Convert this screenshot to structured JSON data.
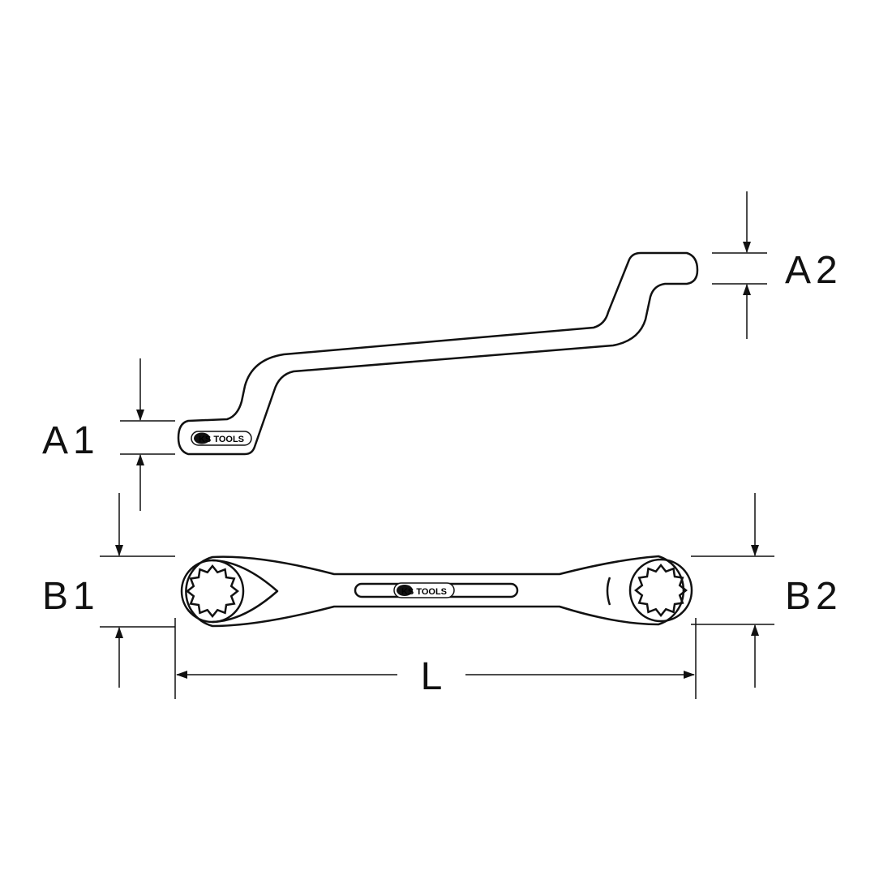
{
  "product": {
    "brand_logo": "KS TOOLS"
  },
  "dimensions": {
    "a1": "A1",
    "a2": "A2",
    "b1": "B1",
    "b2": "B2",
    "l": "L"
  },
  "style": {
    "stroke": "#111111",
    "background": "#ffffff"
  }
}
